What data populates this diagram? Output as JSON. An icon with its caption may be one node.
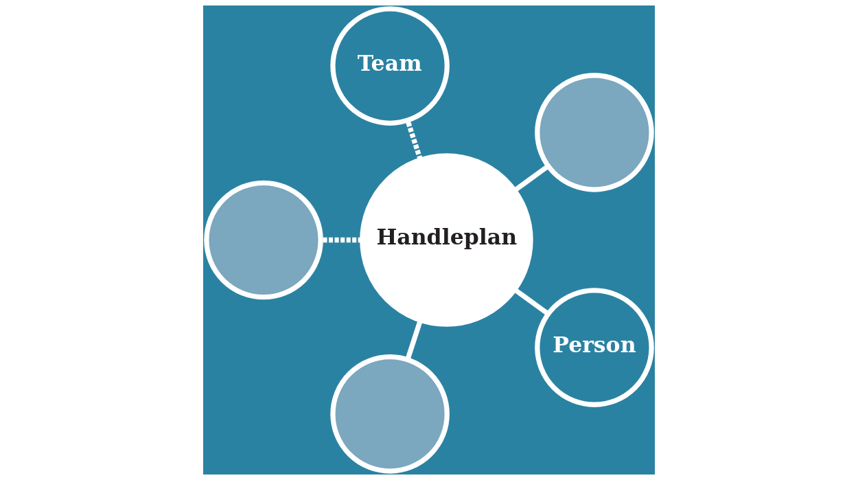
{
  "diagram": {
    "nodes": [
      {
        "text": [],
        "shape": "circle"
      },
      {
        "text": [
          "Team"
        ]
      },
      {
        "text": [],
        "shape": "circle"
      },
      {
        "text": [
          "Handleplan"
        ]
      },
      {
        "text": [],
        "shape": "circle"
      },
      {
        "text": [
          "Person"
        ]
      }
    ],
    "edges": [
      {
        "from": 3,
        "to": 0,
        "arrow": "none"
      },
      {
        "from": 3,
        "to": 1,
        "arrow": "none",
        "style": "dashed"
      },
      {
        "from": 3,
        "to": 2,
        "arrow": "none",
        "style": "dashed"
      },
      {
        "from": 3,
        "to": 4,
        "arrow": "none"
      },
      {
        "from": 3,
        "to": 5,
        "arrow": "none"
      }
    ]
  }
}
